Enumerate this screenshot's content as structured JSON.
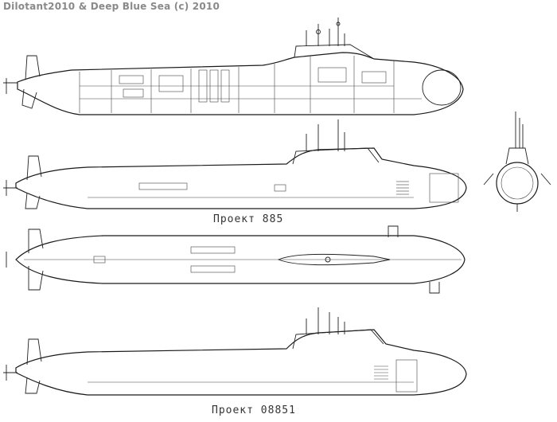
{
  "credit": "Dilotant2010 & Deep Blue Sea (c) 2010",
  "captions": {
    "project_885": "Проект 885",
    "project_08851": "Проект 08851"
  },
  "colors": {
    "background": "#ffffff",
    "line": "#222222",
    "credit_text": "#8a8a8a"
  },
  "views": [
    "inboard-profile-885",
    "side-profile-885",
    "top-plan-885",
    "bow-section-885",
    "side-profile-08851"
  ]
}
